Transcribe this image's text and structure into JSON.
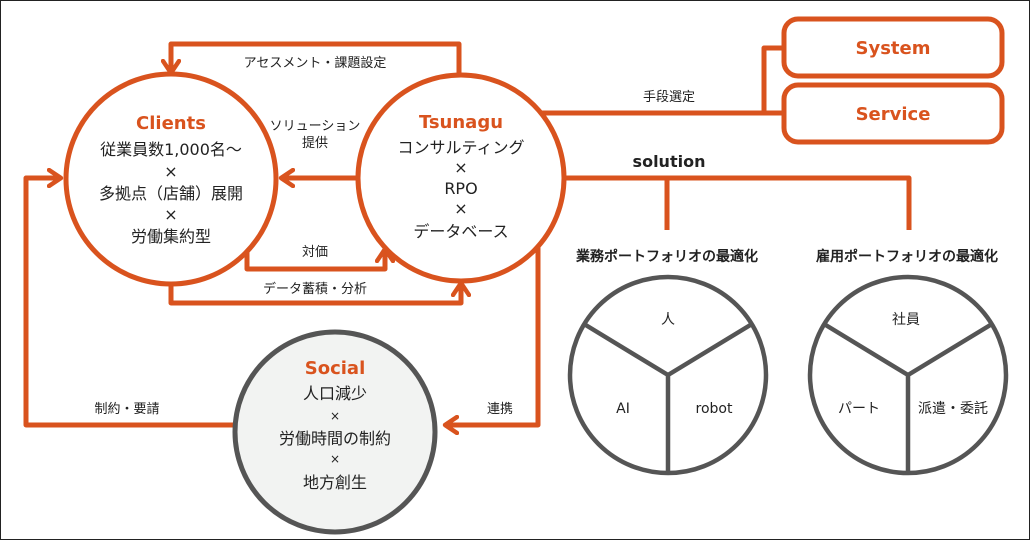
{
  "colors": {
    "accent": "#D9531E",
    "grey": "#555555",
    "social_fill": "#F2F3F2",
    "text": "#222222"
  },
  "clients": {
    "title": "Clients",
    "lines": [
      "従業員数1,000名〜",
      "×",
      "多拠点（店舗）展開",
      "×",
      "労働集約型"
    ]
  },
  "tsunagu": {
    "title": "Tsunagu",
    "lines": [
      "コンサルティング",
      "×",
      "RPO",
      "×",
      "データベース"
    ]
  },
  "social": {
    "title": "Social",
    "lines": [
      "人口減少",
      "×",
      "労働時間の制約",
      "×",
      "地方創生"
    ]
  },
  "edges": {
    "assessment": "アセスメント・課題設定",
    "solution_provide_1": "ソリューション",
    "solution_provide_2": "提供",
    "payment": "対価",
    "data": "データ蓄積・分析",
    "constraint": "制約・要請",
    "collab": "連携",
    "means": "手段選定",
    "solution": "solution"
  },
  "boxes": {
    "system": "System",
    "service": "Service"
  },
  "portfolios": [
    {
      "title": "業務ポートフォリオの最適化",
      "top": "人",
      "left": "AI",
      "right": "robot"
    },
    {
      "title": "雇用ポートフォリオの最適化",
      "top": "社員",
      "left": "パート",
      "right": "派遣・委託"
    }
  ]
}
